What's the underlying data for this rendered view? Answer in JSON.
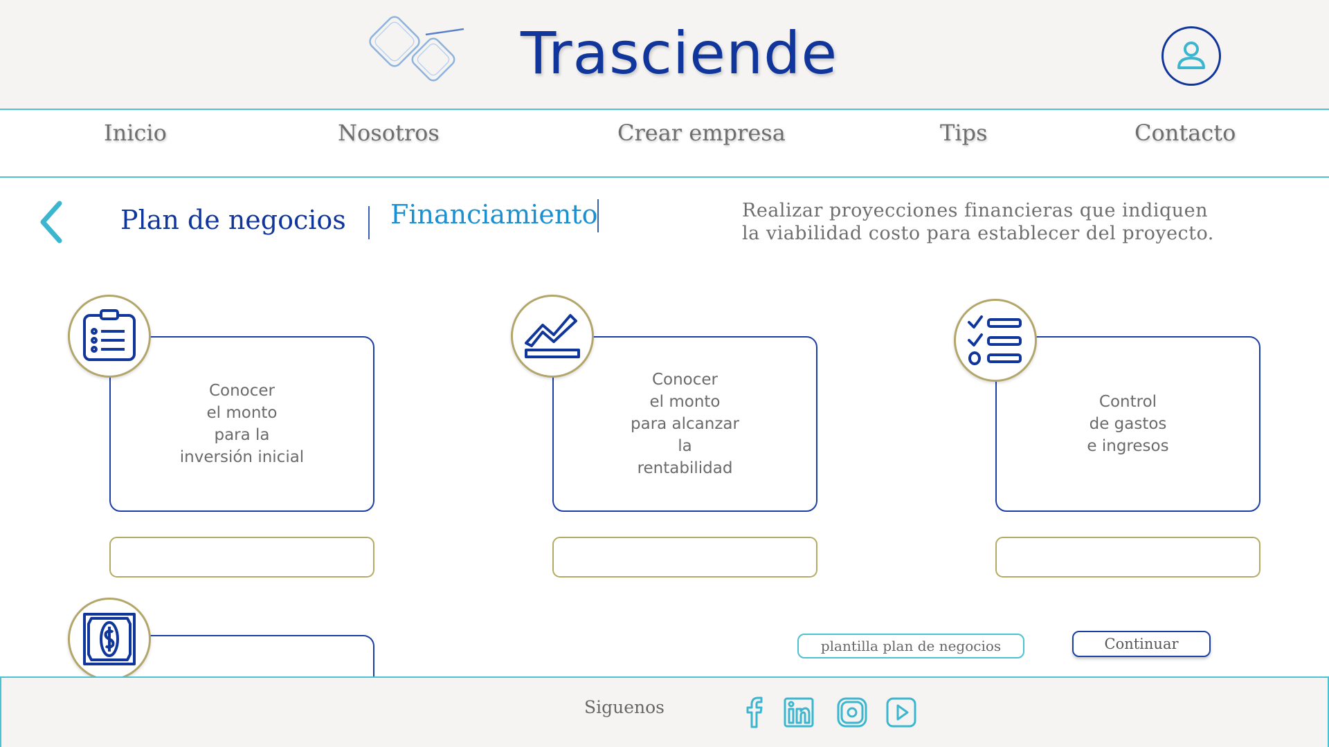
{
  "brand": {
    "name": "Trasciende"
  },
  "nav": {
    "items": [
      {
        "label": "Inicio"
      },
      {
        "label": "Nosotros"
      },
      {
        "label": "Crear empresa"
      },
      {
        "label": "Tips"
      },
      {
        "label": "Contacto"
      }
    ]
  },
  "breadcrumb": {
    "parent": "Plan de negocios",
    "current": "Financiamiento"
  },
  "description": {
    "line1": "Realizar proyecciones financieras que indiquen",
    "line2": "la viabilidad costo para establecer del proyecto."
  },
  "cards": [
    {
      "icon": "clipboard-list-icon",
      "lines": [
        "Conocer",
        "el monto",
        "para la",
        "inversión inicial"
      ],
      "input_value": ""
    },
    {
      "icon": "trend-chart-icon",
      "lines": [
        "Conocer",
        "el monto",
        "para alcanzar",
        "la",
        "rentabilidad"
      ],
      "input_value": ""
    },
    {
      "icon": "checklist-icon",
      "lines": [
        "Control",
        "de gastos",
        "e ingresos"
      ],
      "input_value": ""
    },
    {
      "icon": "money-bill-icon",
      "lines": []
    }
  ],
  "actions": {
    "template_label": "plantilla plan de negocios",
    "continue_label": "Continuar"
  },
  "footer": {
    "follow_label": "Siguenos",
    "social": [
      "facebook-icon",
      "linkedin-icon",
      "instagram-icon",
      "youtube-icon"
    ]
  },
  "colors": {
    "brand_blue": "#10359b",
    "accent_cyan": "#4cc1d2",
    "link_blue": "#1a8fd1",
    "gold": "#b3a66b",
    "header_bg": "#f5f4f3"
  }
}
